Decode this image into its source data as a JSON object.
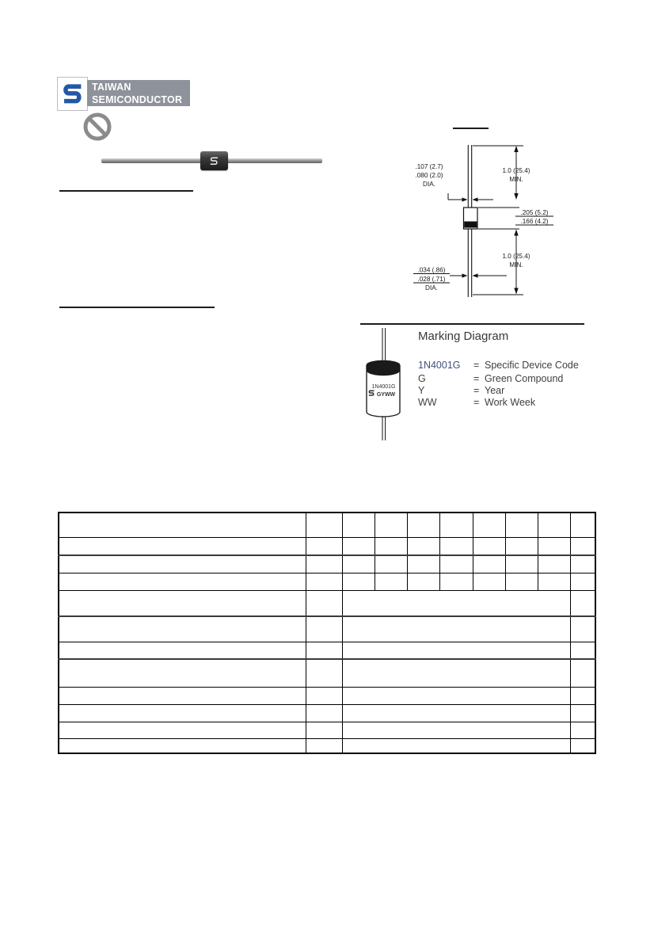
{
  "brand": {
    "name_line1": "TAIWAN",
    "name_line2": "SEMICONDUCTOR"
  },
  "package_diagram": {
    "lead_diameter_top": {
      "max": ".107 (2.7)",
      "min": ".080 (2.0)",
      "unit_label": "DIA."
    },
    "lead_length_top": {
      "value": "1.0 (25.4)",
      "qualifier": "MIN."
    },
    "body_length": {
      "max": ".205 (5.2)",
      "min": ".166 (4.2)"
    },
    "lead_length_bottom": {
      "value": "1.0 (25.4)",
      "qualifier": "MIN."
    },
    "lead_diameter_bottom": {
      "max": ".034 (.86)",
      "min": ".028 (.71)",
      "unit_label": "DIA."
    }
  },
  "marking_diagram": {
    "title": "Marking Diagram",
    "equals_sign": "=",
    "device_marking": {
      "line1": "1N4001G",
      "line2": "GYWW"
    },
    "legend": [
      {
        "code": "1N4001G",
        "meaning": "Specific Device Code"
      },
      {
        "code": "G",
        "meaning": "Green Compound"
      },
      {
        "code": "Y",
        "meaning": "Year"
      },
      {
        "code": "WW",
        "meaning": "Work Week"
      }
    ]
  }
}
